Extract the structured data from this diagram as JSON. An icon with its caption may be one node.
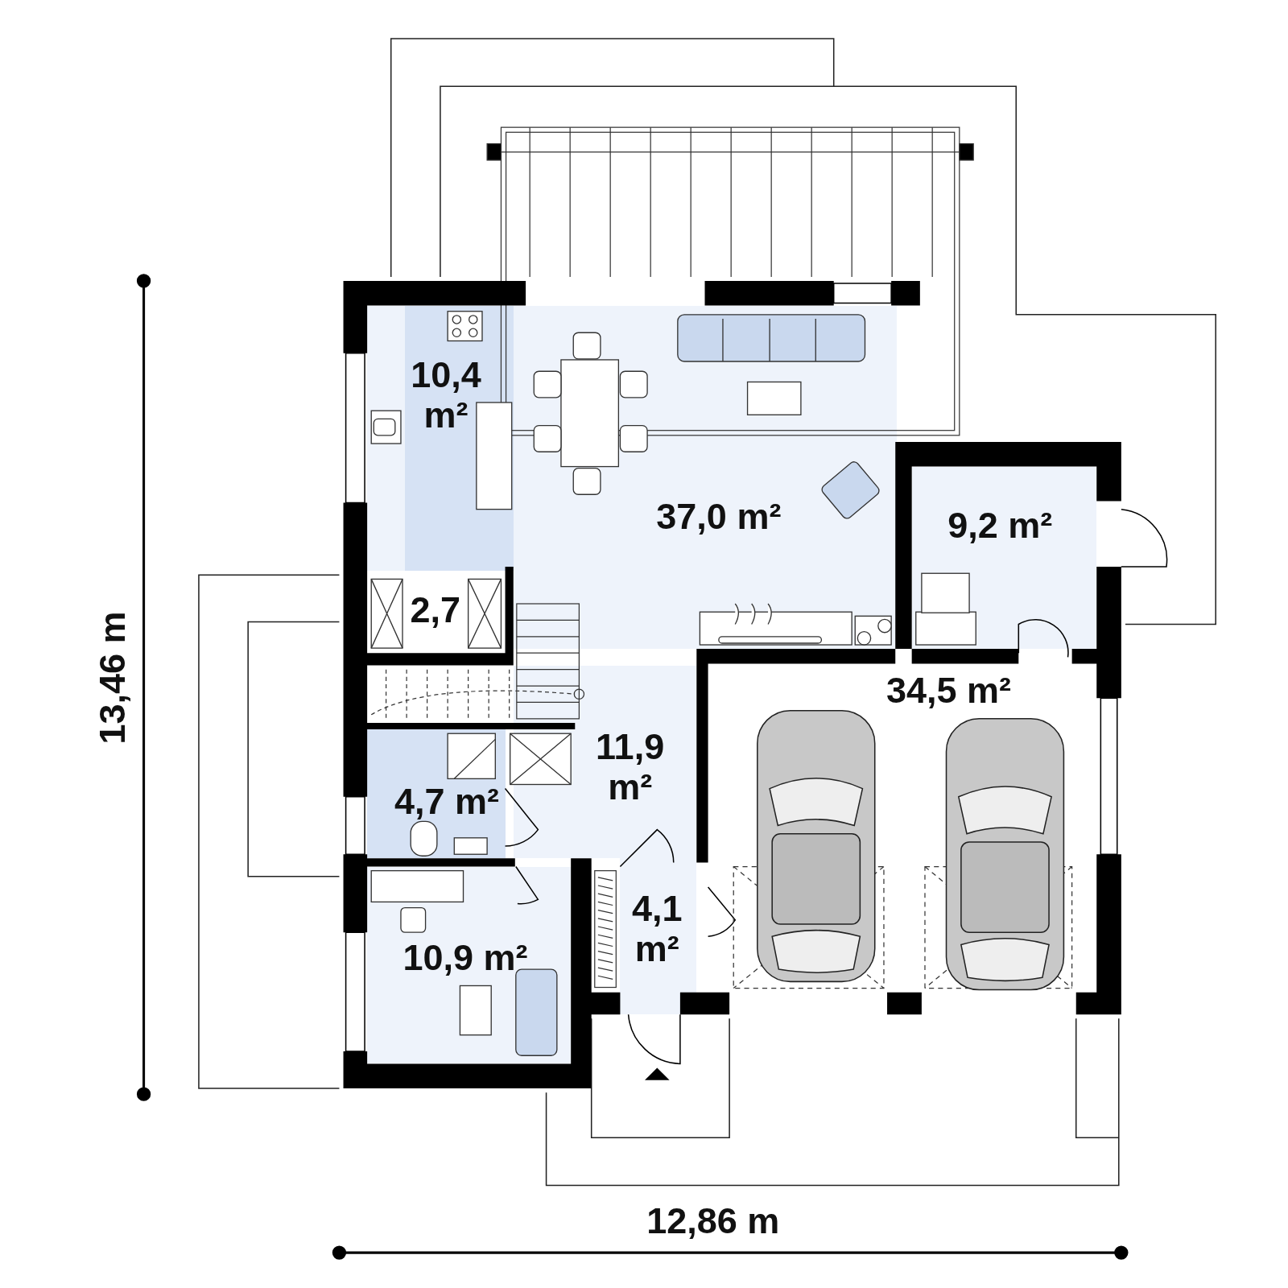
{
  "diagram": {
    "nodes": [
      {
        "text": [
          "10,4 m²"
        ]
      },
      {
        "text": [
          "37,0 m²"
        ]
      },
      {
        "text": [
          "9,2 m²"
        ]
      },
      {
        "text": [
          "2,7"
        ]
      },
      {
        "text": [
          "34,5 m²"
        ]
      },
      {
        "text": [
          "11,9 m²"
        ]
      },
      {
        "text": [
          "4,7 m²"
        ]
      },
      {
        "text": [
          "4,1 m²"
        ]
      },
      {
        "text": [
          "10,9 m²"
        ]
      }
    ],
    "edges": [],
    "labels": [
      "13,46 m",
      "12,86 m"
    ]
  }
}
